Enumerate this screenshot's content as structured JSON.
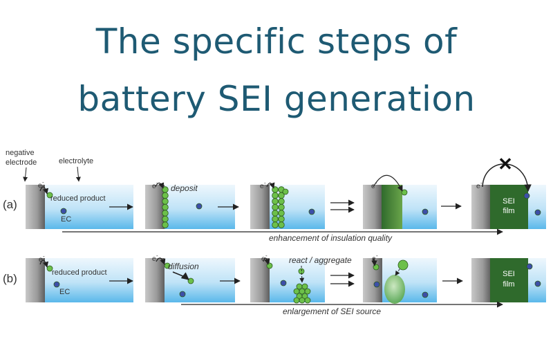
{
  "title_line1": "The specific steps of",
  "title_line2": "battery SEI generation",
  "labels": {
    "negative": "negative",
    "electrode": "electrode",
    "electrolyte": "electrolyte",
    "electron": "e",
    "electron_sup": "-",
    "reduced_product": "reduced product",
    "ec": "EC",
    "deposit": "deposit",
    "diffusion": "diffusion",
    "react_aggregate": "react / aggregate",
    "sei": "SEI",
    "film": "film",
    "cross": "✕"
  },
  "rows": [
    {
      "id": "(a)",
      "caption": "enhancement of insulation quality"
    },
    {
      "id": "(b)",
      "caption": "enlargement of SEI source"
    }
  ],
  "colors": {
    "title": "#1e5a73",
    "electrode": "#8a8a8a",
    "electrolyte_top": "#eef7fd",
    "electrolyte_bottom": "#5ab8ea",
    "particle": "#6cc04a",
    "ec_molecule": "#3d4fa8",
    "sei_film": "#2f6a2c"
  }
}
